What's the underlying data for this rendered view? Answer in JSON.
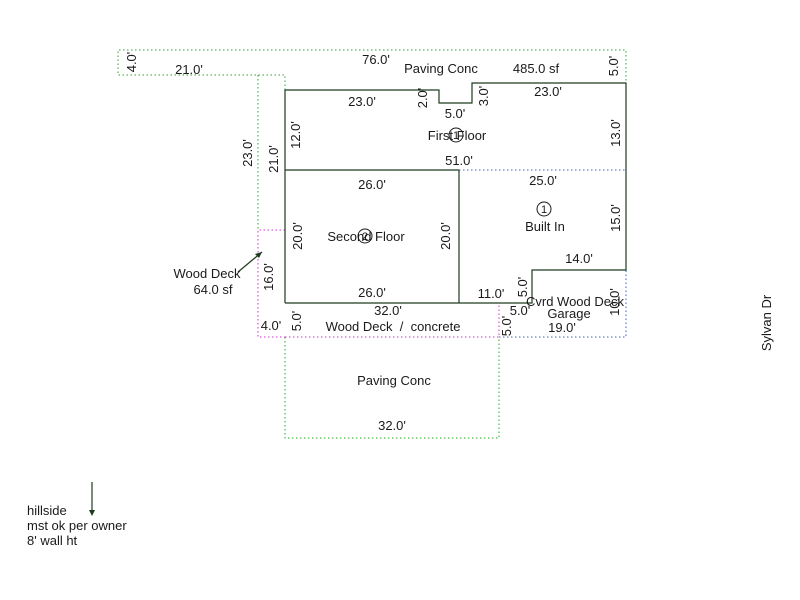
{
  "colors": {
    "background": "#ffffff",
    "building_outline": "#1f3b1f",
    "paving": "#22aa22",
    "wood_deck": "#cc33cc",
    "garage": "#3366cc",
    "text": "#1a1a1a"
  },
  "areas": {
    "first_floor": {
      "label": "First Floor",
      "number": "1"
    },
    "second_floor": {
      "label": "Second Floor",
      "number": "2"
    },
    "built_in": {
      "label": "Built In",
      "number": "1"
    },
    "paving_top": {
      "label": "Paving Conc",
      "area": "485.0 sf"
    },
    "paving_bottom": {
      "label": "Paving Conc"
    },
    "wood_deck_concrete": {
      "label": "Wood Deck  /  concrete"
    },
    "wood_deck_side": {
      "label": "Wood Deck",
      "area": "64.0 sf"
    },
    "covered_deck": {
      "label": "Cvrd Wood Deck"
    },
    "garage": {
      "label": "Garage"
    }
  },
  "dimensions": {
    "top_paving_width": "76.0'",
    "top_left_paving_height": "4.0'",
    "top_left_paving_width": "21.0'",
    "top_right_paving_height": "5.0'",
    "first_floor_left_top": "23.0'",
    "notch_depth_left": "2.0'",
    "notch_width": "5.0'",
    "notch_depth_right": "3.0'",
    "first_floor_right_top": "23.0'",
    "first_floor_left_side": "12.0'",
    "first_floor_right_side": "13.0'",
    "left_wall_upper": "21.0'",
    "left_paving_side": "23.0'",
    "first_floor_width": "51.0'",
    "second_floor_top": "26.0'",
    "second_floor_left": "20.0'",
    "second_floor_right": "20.0'",
    "second_floor_bottom": "26.0'",
    "built_in_top": "25.0'",
    "built_in_right": "15.0'",
    "built_in_step": "14.0'",
    "left_lower_side": "16.0'",
    "built_in_bottom": "11.0'",
    "garage_left": "5.0'",
    "garage_step": "5.0'",
    "garage_right": "10.0'",
    "garage_width": "19.0'",
    "deck_width": "32.0'",
    "deck_left_height": "5.0'",
    "deck_right_height": "5.0'",
    "side_deck_width": "4.0'",
    "bottom_paving_width": "32.0'"
  },
  "street": "Sylvan Dr",
  "notes": [
    "hillside",
    "mst ok per owner",
    "8' wall ht"
  ]
}
